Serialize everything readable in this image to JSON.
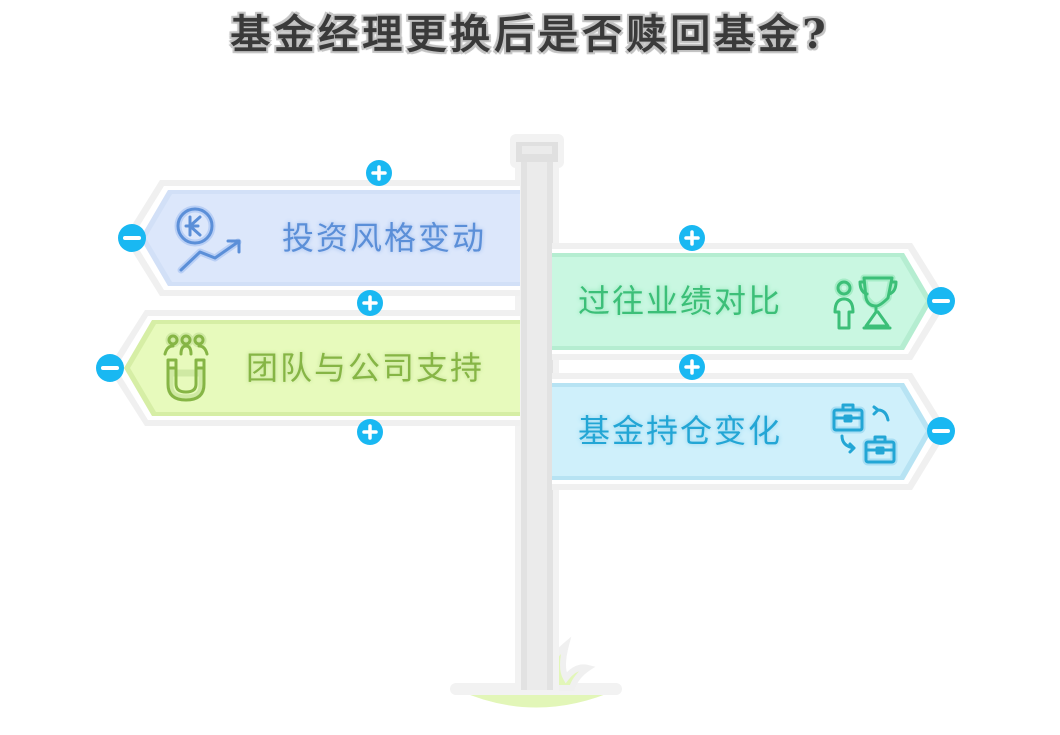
{
  "title": "基金经理更换后是否赎回基金?",
  "colors": {
    "control_button": "#19b8f2",
    "pole": "#e6e6e6",
    "grass": "#dff5b0"
  },
  "signs": [
    {
      "id": "investment-style",
      "label": "投资风格变动",
      "icon": "kip-currency-growth-icon",
      "side": "left",
      "fill": "#dce7fb",
      "accent": "#5b8fd8"
    },
    {
      "id": "team-support",
      "label": "团队与公司支持",
      "icon": "team-magnet-icon",
      "side": "left",
      "fill": "#e7fabc",
      "accent": "#86b545"
    },
    {
      "id": "past-performance",
      "label": "过往业绩对比",
      "icon": "person-trophy-icon",
      "side": "right",
      "fill": "#c9f7e1",
      "accent": "#3cbf78"
    },
    {
      "id": "holdings-change",
      "label": "基金持仓变化",
      "icon": "briefcase-exchange-icon",
      "side": "right",
      "fill": "#cff0fb",
      "accent": "#23a6d5"
    }
  ],
  "controls": {
    "add_symbol": "+",
    "remove_symbol": "−"
  }
}
